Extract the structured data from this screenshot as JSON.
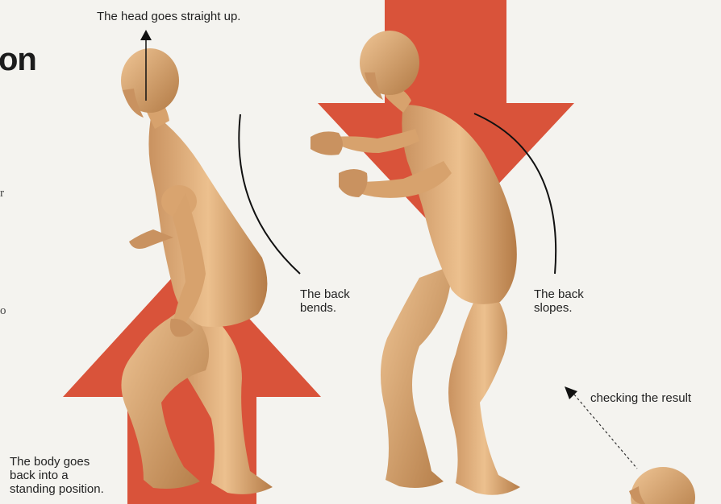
{
  "title_fragment": "on",
  "margin_letters": [
    "r",
    "o"
  ],
  "captions": {
    "head": "The head goes straight up.",
    "back_bends": [
      "The back",
      "bends."
    ],
    "back_slopes": [
      "The back",
      "slopes."
    ],
    "body_goes": [
      "The body goes",
      "back into a",
      "standing position."
    ],
    "checking": "checking the result"
  },
  "colors": {
    "arrow": "#d9533a",
    "skin": "#e6b27d",
    "skin_shadow": "#b9834d",
    "ink": "#1c1c1c"
  }
}
